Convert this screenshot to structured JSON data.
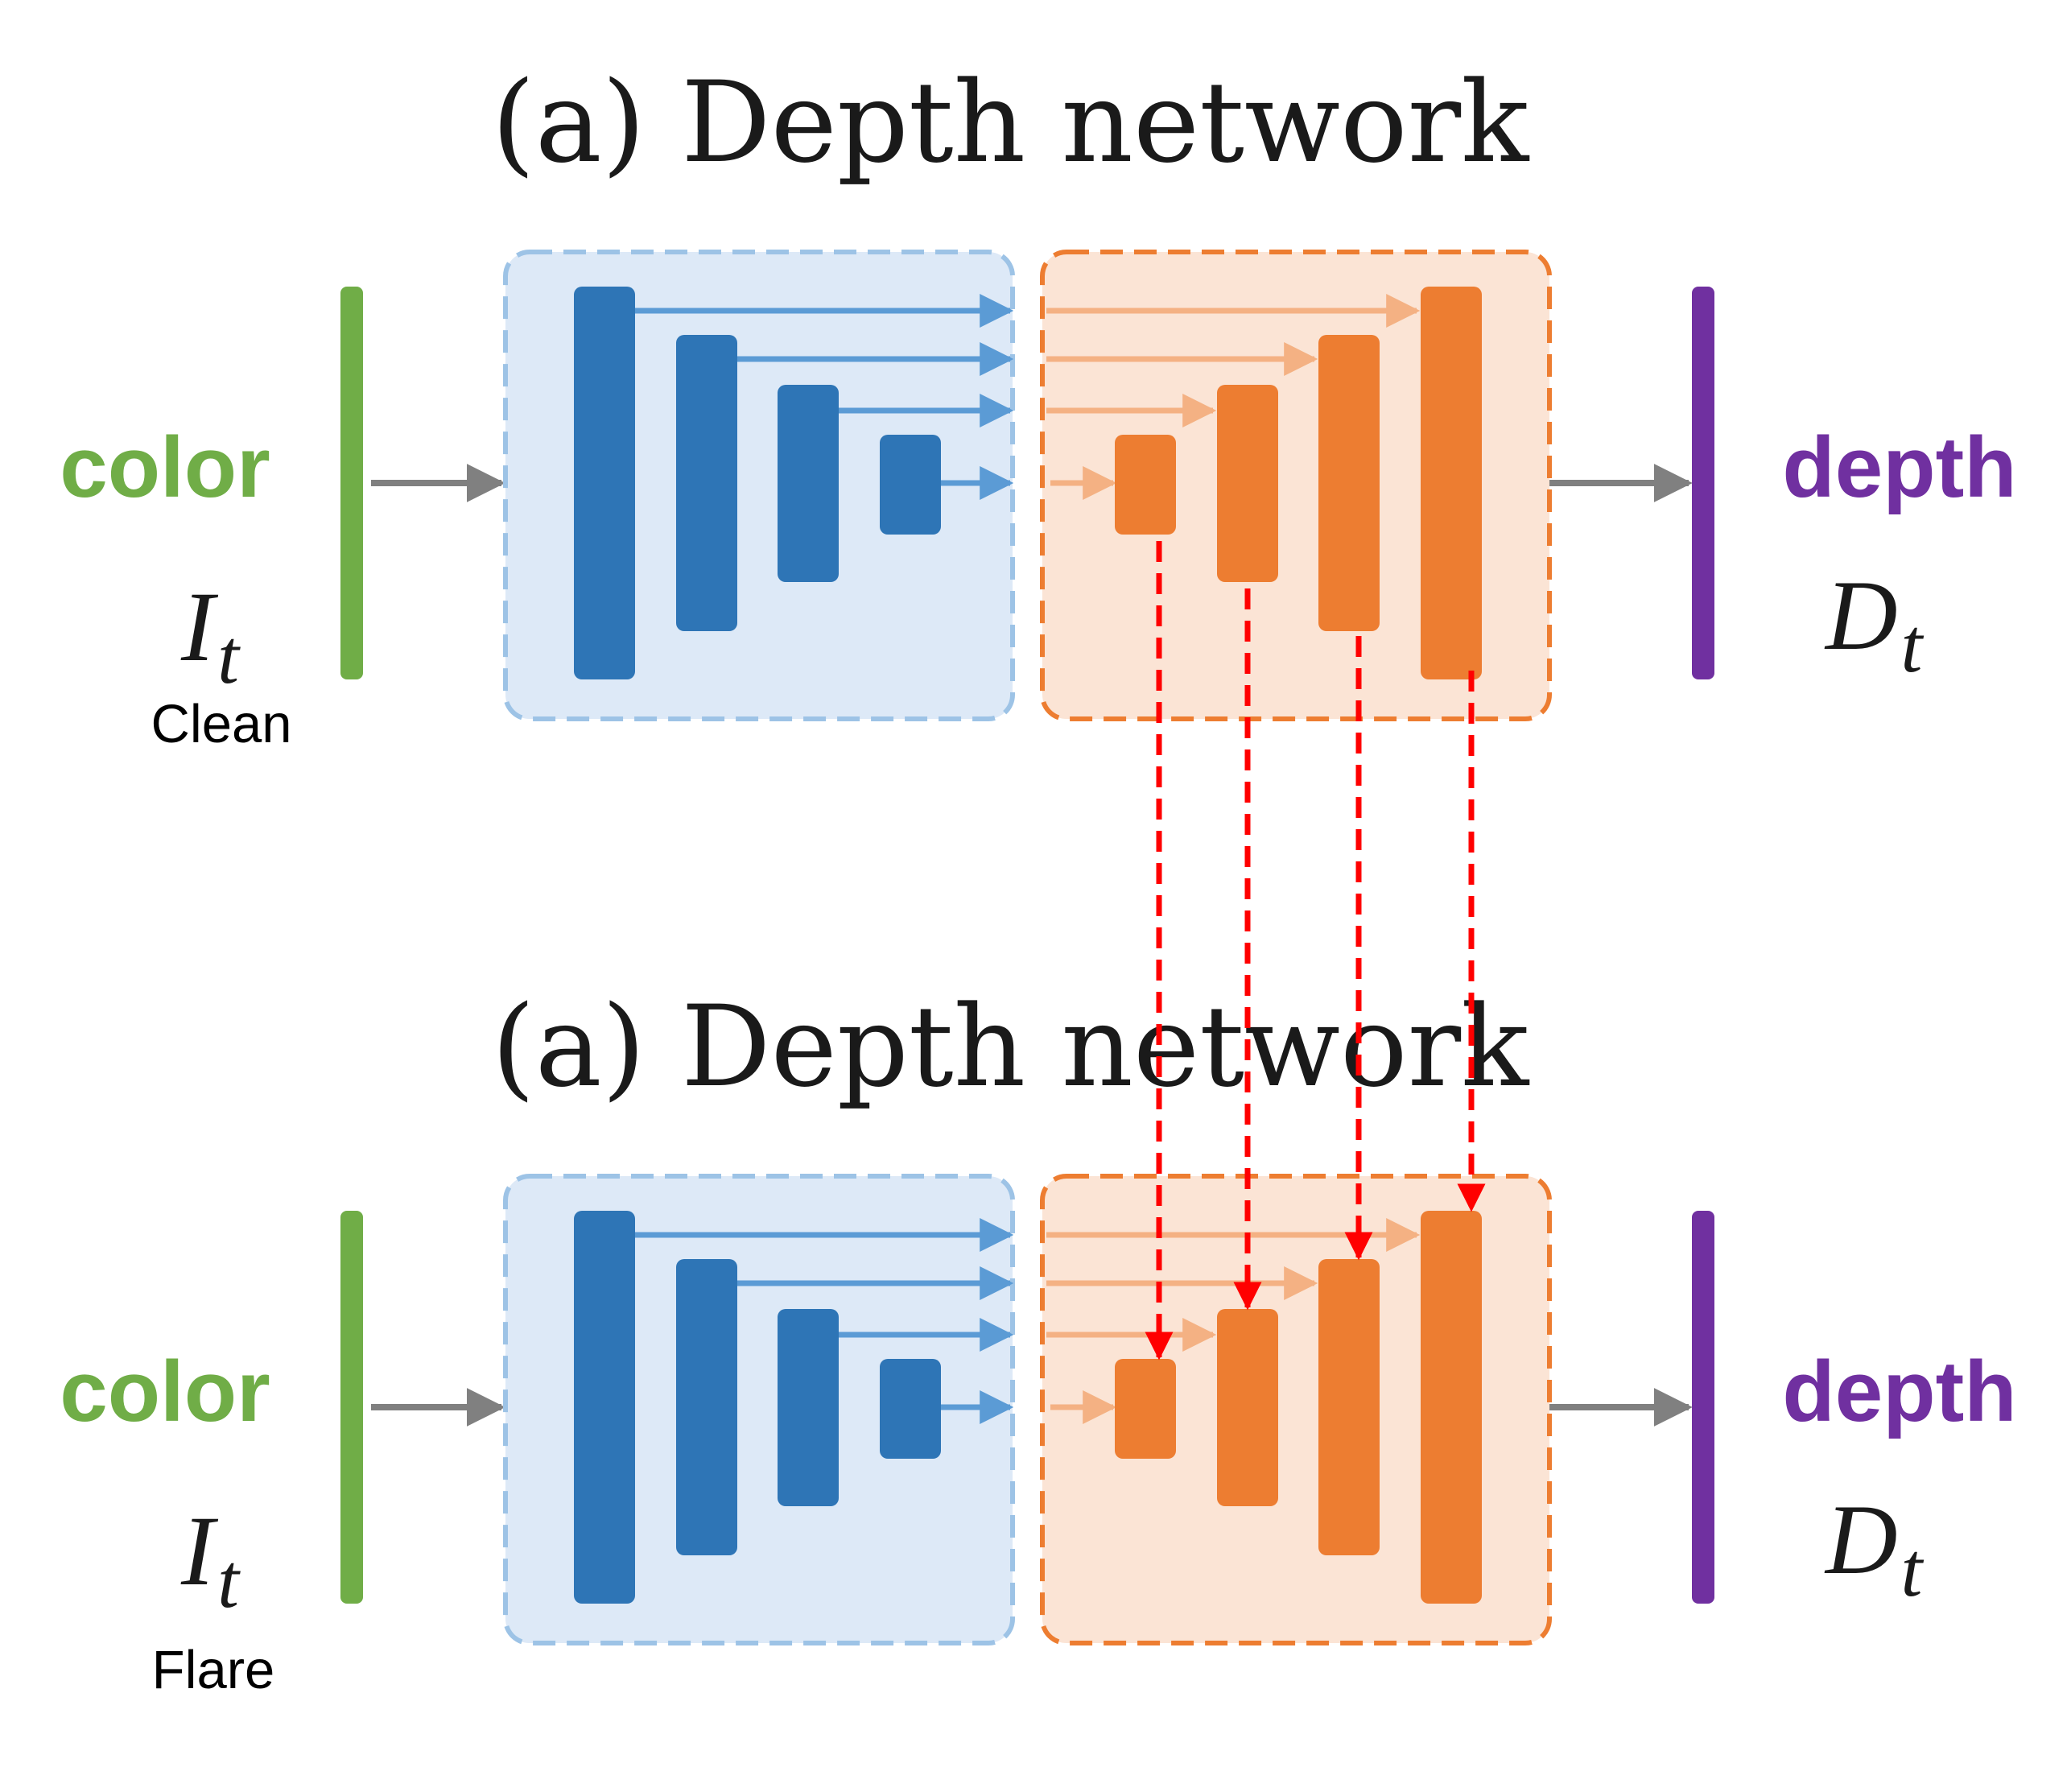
{
  "colors": {
    "input_bar": "#70ad47",
    "output_bar": "#7030a0",
    "encoder_fill": "#dde9f7",
    "encoder_border": "#9dc3e6",
    "encoder_block": "#2e75b6",
    "encoder_arrow": "#5b9bd5",
    "decoder_fill": "#fbe4d5",
    "decoder_border": "#ed7d31",
    "decoder_block": "#ed7d31",
    "decoder_arrow": "#f4b183",
    "flow_arrow": "#808080",
    "distill_arrow": "#ff0000"
  },
  "panels": [
    {
      "title": "(a) Depth network",
      "input_label": "color",
      "input_symbol": "I",
      "input_subscript": "t",
      "caption": "Clean",
      "output_label": "depth",
      "output_symbol": "D",
      "output_subscript": "t"
    },
    {
      "title": "(a) Depth network",
      "input_label": "color",
      "input_symbol": "I",
      "input_subscript": "t",
      "caption": "Flare",
      "output_label": "depth",
      "output_symbol": "D",
      "output_subscript": "t"
    }
  ],
  "distillation_links": 4
}
